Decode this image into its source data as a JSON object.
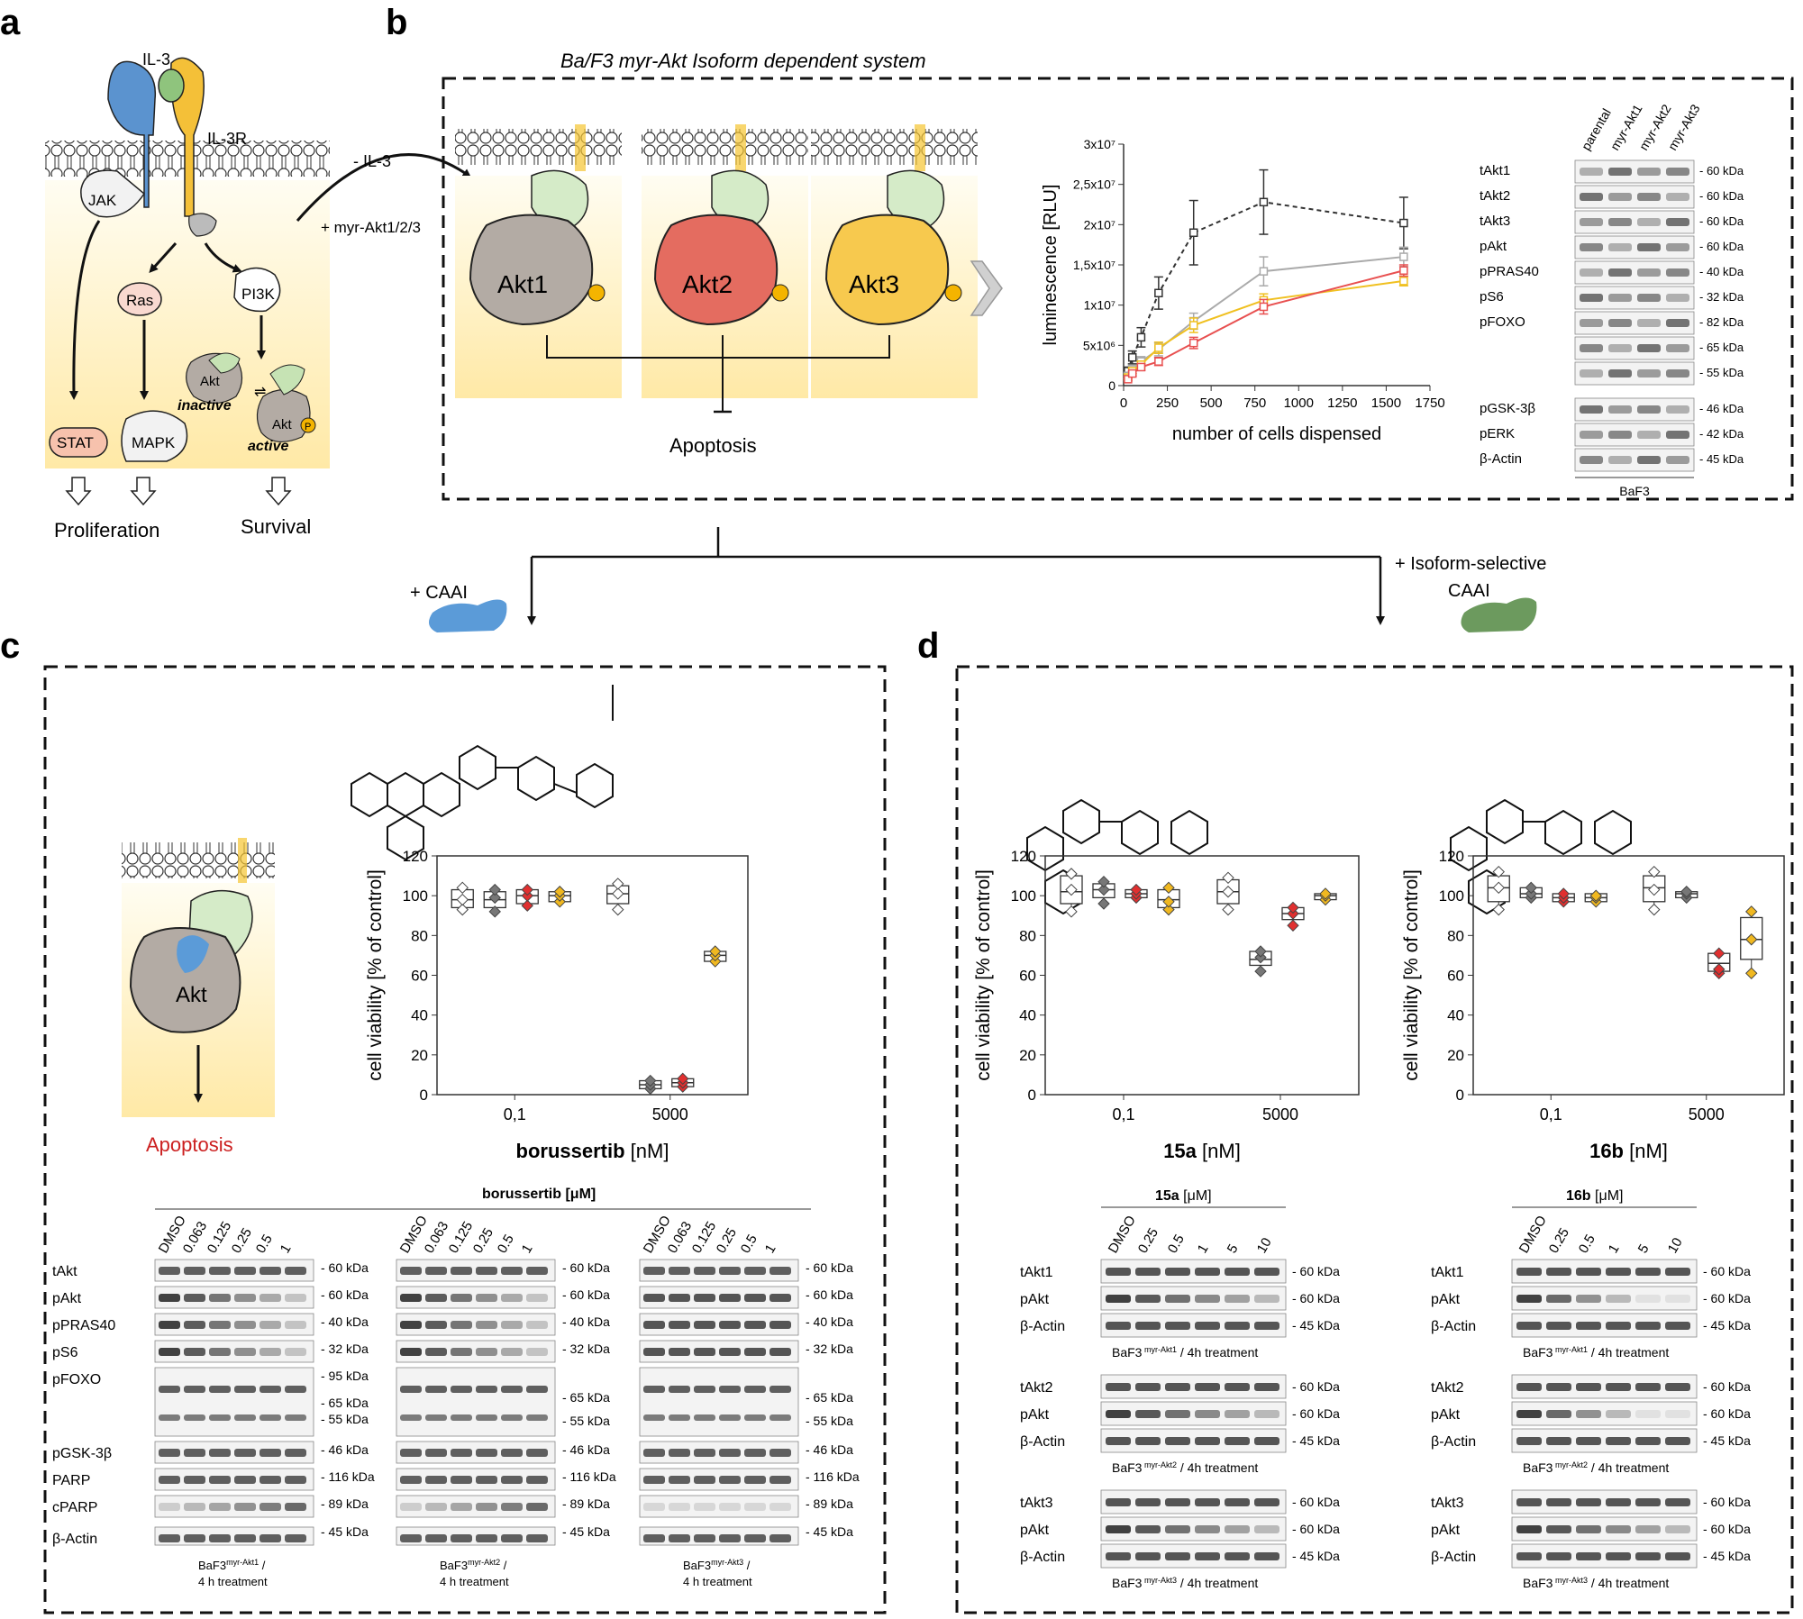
{
  "panel_letters": [
    "a",
    "b",
    "c",
    "d"
  ],
  "panel_a": {
    "il3": "IL-3",
    "il3r": "IL-3R",
    "jak": "JAK",
    "ras": "Ras",
    "pi3k": "PI3K",
    "stat": "STAT",
    "mapk": "MAPK",
    "akt": "Akt",
    "inactive": "inactive",
    "active": "active",
    "p": "P",
    "proliferation": "Proliferation",
    "survival": "Survival"
  },
  "arrow_labels": {
    "minus_il3": "- IL-3",
    "plus_myr": "+ myr-Akt1/2/3"
  },
  "panel_b": {
    "title": "Ba/F3 myr-Akt Isoform dependent system",
    "akt1": "Akt1",
    "akt2": "Akt2",
    "akt3": "Akt3",
    "apoptosis": "Apoptosis"
  },
  "branch_labels": {
    "caai": "+ CAAI",
    "iso_line1": "+ Isoform-selective",
    "iso_line2": "CAAI"
  },
  "panel_c_scheme": {
    "akt": "Akt",
    "apoptosis": "Apoptosis"
  },
  "chart_data": [
    {
      "type": "line",
      "panel": "b",
      "xlabel": "number of cells dispensed",
      "ylabel": "luminescence [RLU]",
      "xlim": [
        0,
        1750
      ],
      "ylim": [
        0,
        30000000
      ],
      "xticks": [
        "0",
        "250",
        "500",
        "750",
        "1000",
        "1250",
        "1500",
        "1750"
      ],
      "yticks": [
        "0",
        "5x10⁶",
        "1x10⁷",
        "1,5x10⁷",
        "2x10⁷",
        "2,5x10⁷",
        "3x10⁷"
      ],
      "x": [
        25,
        50,
        100,
        200,
        400,
        800,
        1600
      ],
      "series": [
        {
          "color": "#333333",
          "dashed": true,
          "values": [
            1800000,
            3500000,
            6000000,
            11500000,
            19000000,
            22800000,
            20200000
          ],
          "err": [
            500000,
            800000,
            1200000,
            2000000,
            4000000,
            4000000,
            3200000
          ]
        },
        {
          "color": "#aaaaaa",
          "values": [
            1200000,
            2000000,
            3000000,
            4500000,
            8000000,
            14200000,
            16000000
          ],
          "err": [
            300000,
            500000,
            600000,
            800000,
            1000000,
            1800000,
            1200000
          ]
        },
        {
          "color": "#f0c020",
          "values": [
            1000000,
            1800000,
            2600000,
            4700000,
            7500000,
            10600000,
            13000000
          ],
          "err": [
            200000,
            300000,
            400000,
            700000,
            900000,
            800000,
            600000
          ]
        },
        {
          "color": "#e85050",
          "values": [
            800000,
            1500000,
            2300000,
            3000000,
            5300000,
            9800000,
            14300000
          ],
          "err": [
            200000,
            300000,
            400000,
            500000,
            700000,
            900000,
            700000
          ]
        }
      ]
    },
    {
      "type": "box",
      "panel": "c",
      "xlabel_bold": "borussertib",
      "xlabel_unit": " [nM]",
      "ylabel": "cell viability [% of control]",
      "categories": [
        "0,1",
        "5000"
      ],
      "yticks": [
        "0",
        "20",
        "40",
        "60",
        "80",
        "100",
        "120"
      ],
      "ylim": [
        0,
        120
      ],
      "groups": [
        [
          {
            "color": "#ffffff",
            "median": 98,
            "q1": 94,
            "q3": 103,
            "min": 92,
            "max": 105,
            "points": [
              93,
              98,
              104
            ]
          },
          {
            "color": "#777777",
            "median": 98,
            "q1": 94,
            "q3": 102,
            "min": 91,
            "max": 104,
            "points": [
              92,
              99,
              103
            ]
          },
          {
            "color": "#e03030",
            "median": 100,
            "q1": 96,
            "q3": 103,
            "min": 94,
            "max": 104,
            "points": [
              95,
              100,
              103
            ]
          },
          {
            "color": "#f0b820",
            "median": 100,
            "q1": 97,
            "q3": 102,
            "min": 96,
            "max": 103,
            "points": [
              97,
              100,
              102
            ]
          }
        ],
        [
          {
            "color": "#ffffff",
            "median": 101,
            "q1": 96,
            "q3": 105,
            "min": 92,
            "max": 107,
            "points": [
              93,
              101,
              106
            ]
          },
          {
            "color": "#777777",
            "median": 5,
            "q1": 3,
            "q3": 7,
            "min": 2,
            "max": 7,
            "points": [
              3,
              5,
              7
            ]
          },
          {
            "color": "#e03030",
            "median": 6,
            "q1": 4,
            "q3": 8,
            "min": 3,
            "max": 9,
            "points": [
              4,
              6,
              8
            ]
          },
          {
            "color": "#f0b820",
            "median": 70,
            "q1": 67,
            "q3": 72,
            "min": 66,
            "max": 73,
            "points": [
              67,
              70,
              72
            ]
          }
        ]
      ]
    },
    {
      "type": "box",
      "panel": "d-15a",
      "xlabel_bold": "15a",
      "xlabel_unit": " [nM]",
      "ylabel": "cell viability [% of control]",
      "categories": [
        "0,1",
        "5000"
      ],
      "yticks": [
        "0",
        "20",
        "40",
        "60",
        "80",
        "100",
        "120"
      ],
      "ylim": [
        0,
        120
      ],
      "groups": [
        [
          {
            "color": "#ffffff",
            "median": 102,
            "q1": 96,
            "q3": 110,
            "min": 92,
            "max": 112,
            "points": [
              92,
              103,
              111
            ]
          },
          {
            "color": "#777777",
            "median": 103,
            "q1": 99,
            "q3": 106,
            "min": 96,
            "max": 108,
            "points": [
              96,
              103,
              107
            ]
          },
          {
            "color": "#e03030",
            "median": 101,
            "q1": 99,
            "q3": 103,
            "min": 98,
            "max": 104,
            "points": [
              99,
              101,
              103
            ]
          },
          {
            "color": "#f0b820",
            "median": 98,
            "q1": 94,
            "q3": 103,
            "min": 92,
            "max": 105,
            "points": [
              93,
              97,
              104
            ]
          }
        ],
        [
          {
            "color": "#ffffff",
            "median": 102,
            "q1": 96,
            "q3": 108,
            "min": 92,
            "max": 110,
            "points": [
              93,
              102,
              109
            ]
          },
          {
            "color": "#777777",
            "median": 68,
            "q1": 65,
            "q3": 72,
            "min": 62,
            "max": 73,
            "points": [
              62,
              69,
              72
            ]
          },
          {
            "color": "#e03030",
            "median": 91,
            "q1": 88,
            "q3": 94,
            "min": 85,
            "max": 95,
            "points": [
              85,
              91,
              94
            ]
          },
          {
            "color": "#f0b820",
            "median": 100,
            "q1": 98,
            "q3": 101,
            "min": 97,
            "max": 102,
            "points": [
              98,
              100,
              101
            ]
          }
        ]
      ]
    },
    {
      "type": "box",
      "panel": "d-16b",
      "xlabel_bold": "16b",
      "xlabel_unit": " [nM]",
      "ylabel": "cell viability [% of control]",
      "categories": [
        "0,1",
        "5000"
      ],
      "yticks": [
        "0",
        "20",
        "40",
        "60",
        "80",
        "100",
        "120"
      ],
      "ylim": [
        0,
        120
      ],
      "groups": [
        [
          {
            "color": "#ffffff",
            "median": 104,
            "q1": 97,
            "q3": 110,
            "min": 92,
            "max": 113,
            "points": [
              93,
              104,
              112
            ]
          },
          {
            "color": "#777777",
            "median": 101,
            "q1": 99,
            "q3": 104,
            "min": 98,
            "max": 105,
            "points": [
              99,
              101,
              104
            ]
          },
          {
            "color": "#e03030",
            "median": 99,
            "q1": 97,
            "q3": 101,
            "min": 96,
            "max": 102,
            "points": [
              97,
              99,
              101
            ]
          },
          {
            "color": "#f0b820",
            "median": 99,
            "q1": 97,
            "q3": 101,
            "min": 96,
            "max": 101,
            "points": [
              97,
              99,
              100
            ]
          }
        ],
        [
          {
            "color": "#ffffff",
            "median": 104,
            "q1": 97,
            "q3": 110,
            "min": 92,
            "max": 113,
            "points": [
              93,
              103,
              112
            ]
          },
          {
            "color": "#777777",
            "median": 101,
            "q1": 99,
            "q3": 102,
            "min": 98,
            "max": 103,
            "points": [
              99,
              101,
              102
            ]
          },
          {
            "color": "#e03030",
            "median": 66,
            "q1": 62,
            "q3": 71,
            "min": 60,
            "max": 72,
            "points": [
              61,
              63,
              71
            ]
          },
          {
            "color": "#f0b820",
            "median": 78,
            "q1": 68,
            "q3": 89,
            "min": 60,
            "max": 92,
            "points": [
              61,
              78,
              92
            ]
          }
        ]
      ]
    }
  ],
  "blot_b": {
    "lanes": [
      "parental",
      "myr-Akt1",
      "myr-Akt2",
      "myr-Akt3"
    ],
    "rows": [
      {
        "label": "tAkt1",
        "kda": "- 60 kDa"
      },
      {
        "label": "tAkt2",
        "kda": "- 60 kDa"
      },
      {
        "label": "tAkt3",
        "kda": "- 60 kDa"
      },
      {
        "label": "pAkt",
        "kda": "- 60 kDa"
      },
      {
        "label": "pPRAS40",
        "kda": "- 40 kDa"
      },
      {
        "label": "pS6",
        "kda": "- 32 kDa"
      },
      {
        "label": "pFOXO",
        "kda": "- 82 kDa"
      },
      {
        "label": "",
        "kda": "- 65 kDa"
      },
      {
        "label": "",
        "kda": "- 55 kDa"
      },
      {
        "label": "pGSK-3β",
        "kda": "- 46 kDa"
      },
      {
        "label": "pERK",
        "kda": "- 42 kDa"
      },
      {
        "label": "β-Actin",
        "kda": "- 45 kDa"
      }
    ],
    "footer": "BaF3"
  },
  "blot_c": {
    "header_bold": "borussertib [μM]",
    "lanes": [
      "DMSO",
      "0.063",
      "0.125",
      "0.25",
      "0.5",
      "1"
    ],
    "row_labels": [
      "tAkt",
      "pAkt",
      "pPRAS40",
      "pS6",
      "pFOXO",
      "pGSK-3β",
      "PARP",
      "cPARP",
      "β-Actin"
    ],
    "kda_1": [
      "- 60 kDa",
      "- 60 kDa",
      "- 40 kDa",
      "- 32 kDa",
      "- 95 kDa",
      "- 65 kDa",
      "- 55 kDa",
      "- 46 kDa",
      "- 116 kDa",
      "- 89 kDa",
      "- 45 kDa"
    ],
    "kda_2": [
      "- 60 kDa",
      "- 60 kDa",
      "- 40 kDa",
      "- 32 kDa",
      "- 65 kDa",
      "- 55 kDa",
      "- 46 kDa",
      "- 116 kDa",
      "- 89 kDa",
      "- 45 kDa"
    ],
    "kda_3": [
      "- 60 kDa",
      "- 60 kDa",
      "- 40 kDa",
      "- 32 kDa",
      "- 65 kDa",
      "- 55 kDa",
      "- 46 kDa",
      "- 116 kDa",
      "- 89 kDa",
      "- 45 kDa"
    ],
    "captions": [
      {
        "base": "BaF3",
        "sup": "myr-Akt1",
        "rest": " /",
        "line2": "4 h treatment"
      },
      {
        "base": "BaF3",
        "sup": "myr-Akt2",
        "rest": " /",
        "line2": "4 h treatment"
      },
      {
        "base": "BaF3",
        "sup": "myr-Akt3",
        "rest": " /",
        "line2": "4 h treatment"
      }
    ]
  },
  "blot_d": {
    "left_header_bold": "15a",
    "right_header_bold": "16b",
    "header_unit": " [μM]",
    "lanes": [
      "DMSO",
      "0.25",
      "0.5",
      "1",
      "5",
      "10"
    ],
    "groups": [
      {
        "labels": [
          "tAkt1",
          "pAkt",
          "β-Actin"
        ],
        "kda": [
          "- 60 kDa",
          "- 60 kDa",
          "- 45 kDa"
        ],
        "sup": "myr-Akt1"
      },
      {
        "labels": [
          "tAkt2",
          "pAkt",
          "β-Actin"
        ],
        "kda": [
          "- 60 kDa",
          "- 60 kDa",
          "- 45 kDa"
        ],
        "sup": "myr-Akt2"
      },
      {
        "labels": [
          "tAkt3",
          "pAkt",
          "β-Actin"
        ],
        "kda": [
          "- 60 kDa",
          "- 60 kDa",
          "- 45 kDa"
        ],
        "sup": "myr-Akt3"
      }
    ],
    "caption_base": "BaF3",
    "caption_rest": " /  4h treatment"
  },
  "colors": {
    "membrane_fill": "#fff3c8",
    "akt1": "#b3aba4",
    "akt2": "#e46c60",
    "akt3": "#f7c94e",
    "receptor_blue": "#5b93cf",
    "receptor_yellow": "#f4c038",
    "il3": "#8fc47d",
    "caai_blue": "#5b9bd8",
    "caai_green": "#6c9a5e",
    "apoptosis_red": "#cc2020"
  }
}
